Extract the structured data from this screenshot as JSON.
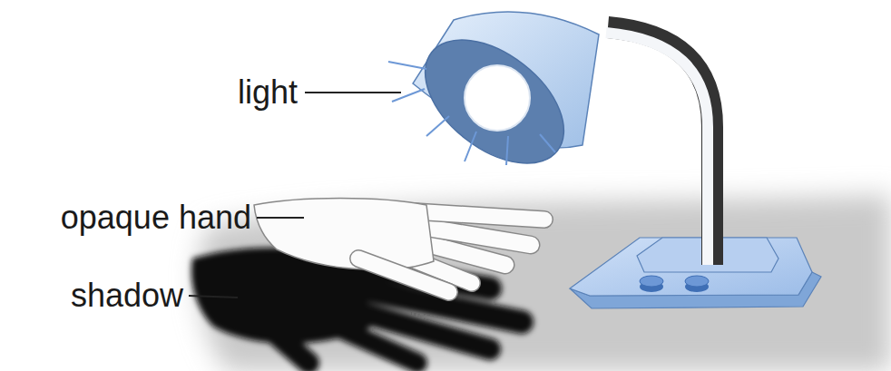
{
  "diagram": {
    "labels": [
      "light",
      "opaque hand",
      "shadow"
    ]
  }
}
